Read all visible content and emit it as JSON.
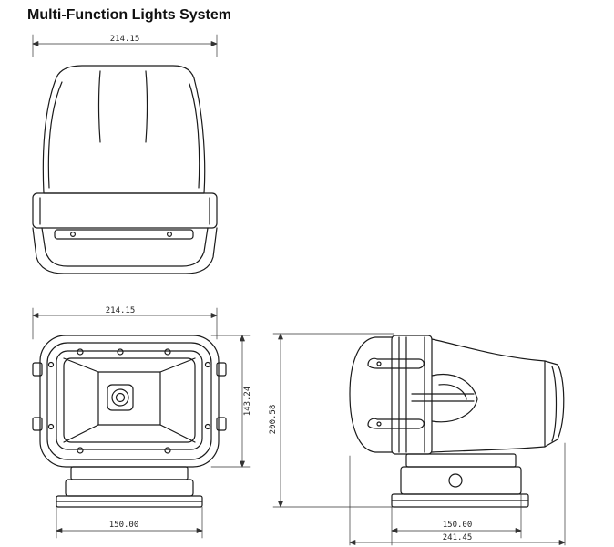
{
  "title": "Multi-Function Lights System",
  "dimensions": {
    "top_width": "214.15",
    "front_width": "214.15",
    "front_height": "143.24",
    "front_base_width": "150.00",
    "side_height": "200.58",
    "side_base_width": "150.00",
    "side_overall_width": "241.45"
  },
  "colors": {
    "line": "#1a1a1a",
    "dim_line": "#333333",
    "background": "#ffffff"
  }
}
